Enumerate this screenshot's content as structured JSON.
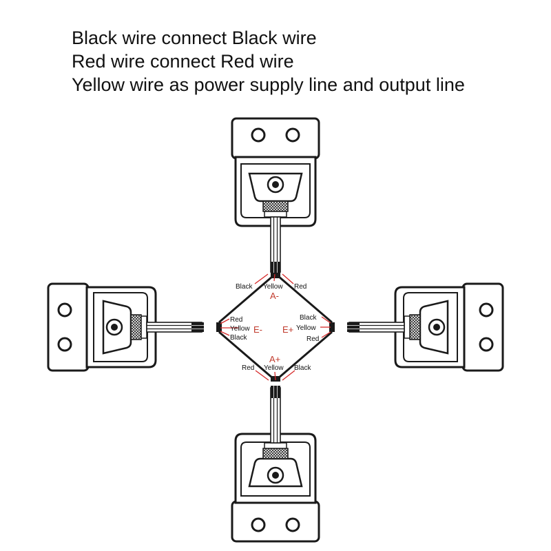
{
  "instructions": [
    "Black wire connect Black wire",
    "Red wire connect Red wire",
    "Yellow wire as power supply line and output line"
  ],
  "terminals": {
    "a_minus": "A-",
    "a_plus": "A+",
    "e_minus": "E-",
    "e_plus": "E+"
  },
  "wires": {
    "top": [
      "Black",
      "Yellow",
      "Red"
    ],
    "bottom": [
      "Red",
      "Yellow",
      "Black"
    ],
    "left": [
      "Red",
      "Yellow",
      "Black"
    ],
    "right": [
      "Black",
      "Yellow",
      "Red"
    ]
  },
  "colors": {
    "terminal_label": "#c0392b",
    "wire_pointer": "#d62828",
    "outline": "#1a1a1a"
  }
}
